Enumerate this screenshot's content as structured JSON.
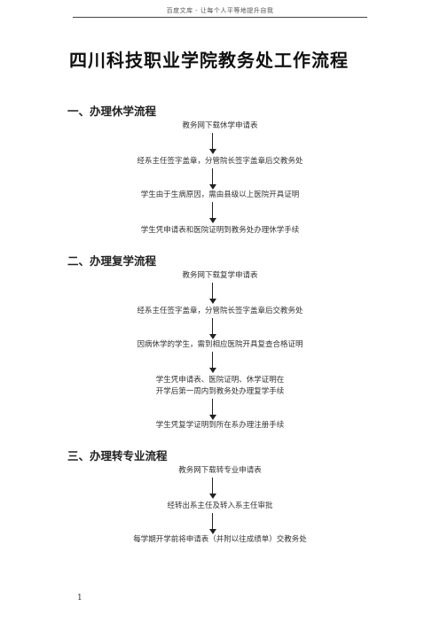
{
  "page": {
    "header_note": "百度文库 - 让每个人平等地提升自我",
    "title": "四川科技职业学院教务处工作流程",
    "page_number": "1"
  },
  "sections": [
    {
      "title": "一、办理休学流程",
      "steps": [
        "教务网下载休学申请表",
        "经系主任签字盖章，分管院长签字盖章后交教务处",
        "学生由于生病原因，需由县级以上医院开具证明",
        "学生凭申请表和医院证明到教务处办理休学手续"
      ]
    },
    {
      "title": "二、办理复学流程",
      "steps": [
        "教务网下载复学申请表",
        "经系主任签字盖章，分管院长签字盖章后交教务处",
        "因病休学的学生，需到相应医院开具复查合格证明",
        "学生凭申请表、医院证明、休学证明在",
        "开学后第一周内到教务处办理复学手续",
        "学生凭复学证明到所在系办理注册手续"
      ]
    },
    {
      "title": "三、办理转专业流程",
      "steps": [
        "教务网下载转专业申请表",
        "经转出系主任及转入系主任审批",
        "每学期开学前将申请表（并附以往成绩单）交教务处"
      ]
    }
  ]
}
